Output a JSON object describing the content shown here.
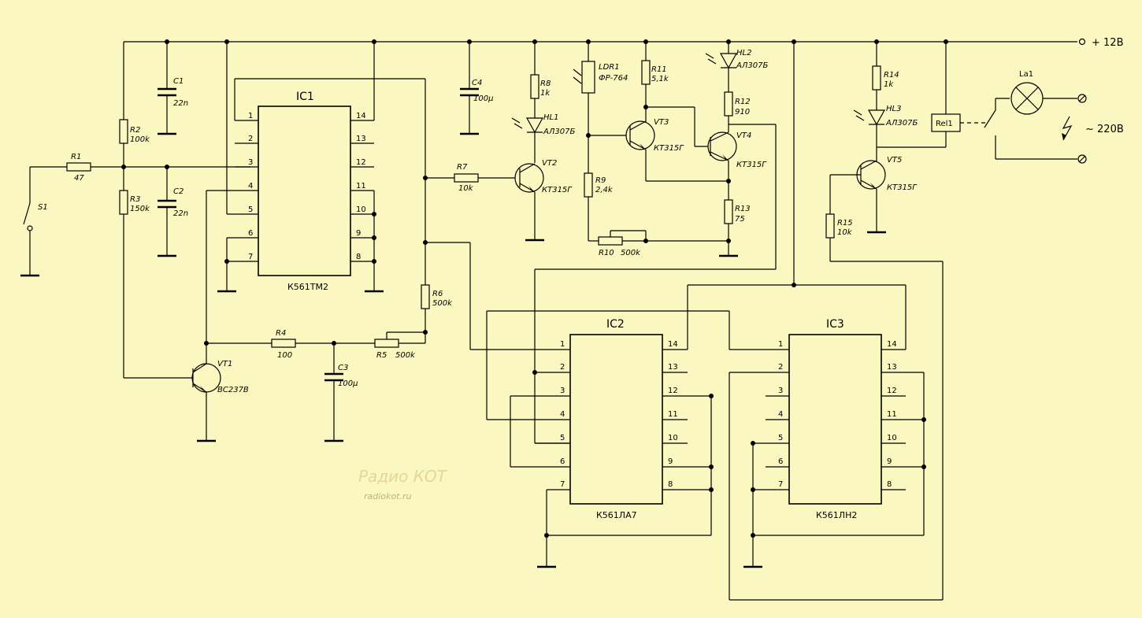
{
  "supply": {
    "label": "+ 12В"
  },
  "mains": {
    "label": "~ 220В"
  },
  "watermark": {
    "line1": "Радио КОТ",
    "line2": "radiokot.ru"
  },
  "components": {
    "S1": {
      "ref": "S1"
    },
    "R1": {
      "ref": "R1",
      "value": "47"
    },
    "R2": {
      "ref": "R2",
      "value": "100k"
    },
    "R3": {
      "ref": "R3",
      "value": "150k"
    },
    "C1": {
      "ref": "C1",
      "value": "22n"
    },
    "C2": {
      "ref": "C2",
      "value": "22n"
    },
    "R4": {
      "ref": "R4",
      "value": "100"
    },
    "R5": {
      "ref": "R5",
      "value": "500k"
    },
    "R6": {
      "ref": "R6",
      "value": "500k"
    },
    "C3": {
      "ref": "C3",
      "value": "100μ"
    },
    "C4": {
      "ref": "C4",
      "value": "100μ"
    },
    "VT1": {
      "ref": "VT1",
      "value": "BC237B"
    },
    "R7": {
      "ref": "R7",
      "value": "10k"
    },
    "R8": {
      "ref": "R8",
      "value": "1k"
    },
    "HL1": {
      "ref": "HL1",
      "value": "АЛ307Б"
    },
    "VT2": {
      "ref": "VT2",
      "value": "КТ315Г"
    },
    "LDR1": {
      "ref": "LDR1",
      "value": "ФР-764"
    },
    "R9": {
      "ref": "R9",
      "value": "2,4k"
    },
    "R10": {
      "ref": "R10",
      "value": "500k"
    },
    "R11": {
      "ref": "R11",
      "value": "5,1k"
    },
    "VT3": {
      "ref": "VT3",
      "value": "КТ315Г"
    },
    "HL2": {
      "ref": "HL2",
      "value": "АЛ307Б"
    },
    "R12": {
      "ref": "R12",
      "value": "910"
    },
    "VT4": {
      "ref": "VT4",
      "value": "КТ315Г"
    },
    "R13": {
      "ref": "R13",
      "value": "75"
    },
    "R14": {
      "ref": "R14",
      "value": "1k"
    },
    "HL3": {
      "ref": "HL3",
      "value": "АЛ307Б"
    },
    "VT5": {
      "ref": "VT5",
      "value": "КТ315Г"
    },
    "R15": {
      "ref": "R15",
      "value": "10k"
    },
    "Rel1": {
      "ref": "Rel1"
    },
    "La1": {
      "ref": "La1"
    }
  },
  "ics": {
    "IC1": {
      "ref": "IC1",
      "type": "К561ТМ2",
      "pins_left": [
        "1",
        "2",
        "3",
        "4",
        "5",
        "6",
        "7"
      ],
      "pins_right": [
        "14",
        "13",
        "12",
        "11",
        "10",
        "9",
        "8"
      ]
    },
    "IC2": {
      "ref": "IC2",
      "type": "К561ЛА7",
      "pins_left": [
        "1",
        "2",
        "3",
        "4",
        "5",
        "6",
        "7"
      ],
      "pins_right": [
        "14",
        "13",
        "12",
        "11",
        "10",
        "9",
        "8"
      ]
    },
    "IC3": {
      "ref": "IC3",
      "type": "К561ЛН2",
      "pins_left": [
        "1",
        "2",
        "3",
        "4",
        "5",
        "6",
        "7"
      ],
      "pins_right": [
        "14",
        "13",
        "12",
        "11",
        "10",
        "9",
        "8"
      ]
    }
  }
}
